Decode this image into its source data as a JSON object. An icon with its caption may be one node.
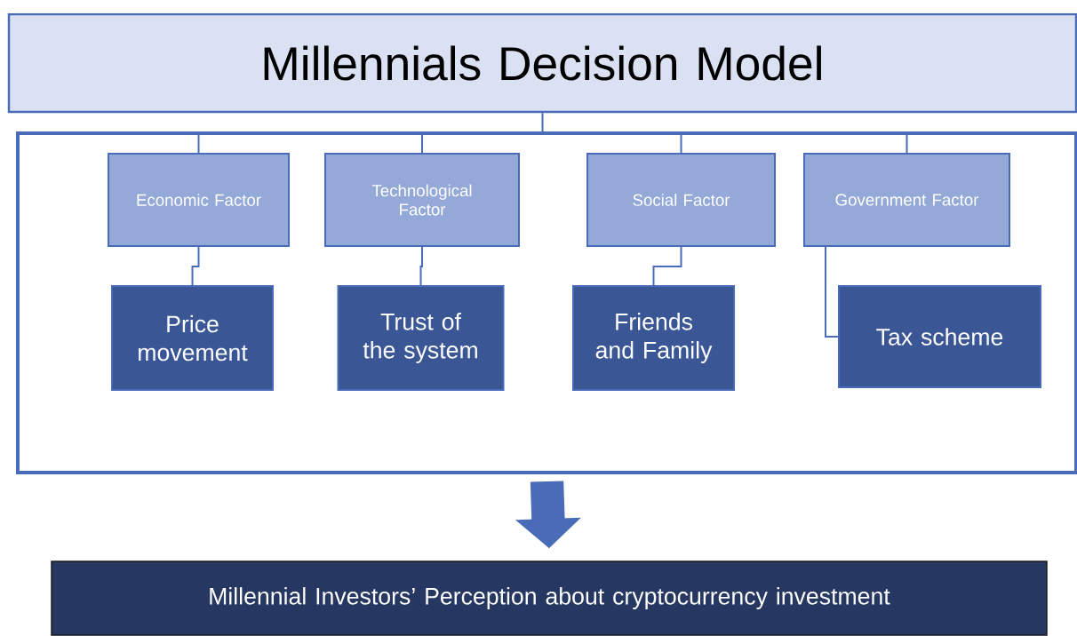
{
  "diagram": {
    "nodes": [
      {
        "text": [
          "Millennials Decision Model"
        ]
      },
      {
        "text": [],
        "shape": "box"
      },
      {
        "text": [
          "Economic Factor"
        ],
        "in": 1
      },
      {
        "text": [
          "Technological Factor"
        ],
        "in": 1
      },
      {
        "text": [
          "Social Factor"
        ],
        "in": 1
      },
      {
        "text": [
          "Government Factor"
        ],
        "in": 1
      },
      {
        "text": [
          "Price movement"
        ],
        "in": 1
      },
      {
        "text": [
          "Trust of the system"
        ],
        "in": 1
      },
      {
        "text": [
          "Friends and Family"
        ],
        "in": 1
      },
      {
        "text": [
          "Tax scheme"
        ],
        "in": 1
      },
      {
        "text": [
          "Millennial Investors’ Perception about cryptocurrency investment"
        ]
      }
    ],
    "edges": [
      {
        "from": 0,
        "to": 1,
        "arrow": "none"
      },
      {
        "from": 1,
        "to": 2,
        "arrow": "none"
      },
      {
        "from": 1,
        "to": 3,
        "arrow": "none"
      },
      {
        "from": 1,
        "to": 4,
        "arrow": "none"
      },
      {
        "from": 1,
        "to": 5,
        "arrow": "none"
      },
      {
        "from": 2,
        "to": 6,
        "arrow": "none"
      },
      {
        "from": 3,
        "to": 7,
        "arrow": "none"
      },
      {
        "from": 4,
        "to": 8,
        "arrow": "none"
      },
      {
        "from": 5,
        "to": 9,
        "arrow": "none"
      },
      {
        "from": 1,
        "to": 10,
        "arrow": "to",
        "style": "thick"
      }
    ]
  }
}
